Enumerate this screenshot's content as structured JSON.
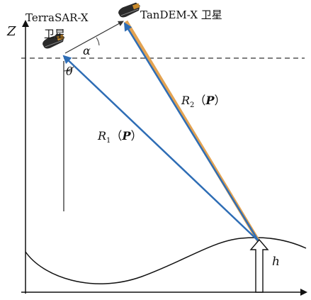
{
  "labels": {
    "satellite_1": [
      "TerraSAR-X",
      "卫星"
    ],
    "satellite_2": "TanDEM-X 卫星",
    "axis_z": "Z",
    "angle_alpha": "α",
    "angle_theta": "θ",
    "range_1": {
      "base": "R",
      "sub": "1",
      "open": "（",
      "point": "P",
      "close": "）"
    },
    "range_2": {
      "base": "R",
      "sub": "2",
      "open": "（",
      "point": "P",
      "close": "）"
    },
    "height": "h"
  },
  "colors": {
    "range_1_line": "#2e6db5",
    "range_2_line": "#2e6db5",
    "range_2_outline": "#e3a352",
    "baseline": "#333333",
    "axes": "#111111"
  },
  "icons": {
    "satellite_1": "satellite-icon",
    "satellite_2": "satellite-icon",
    "height_arrow": "up-arrow-icon"
  }
}
